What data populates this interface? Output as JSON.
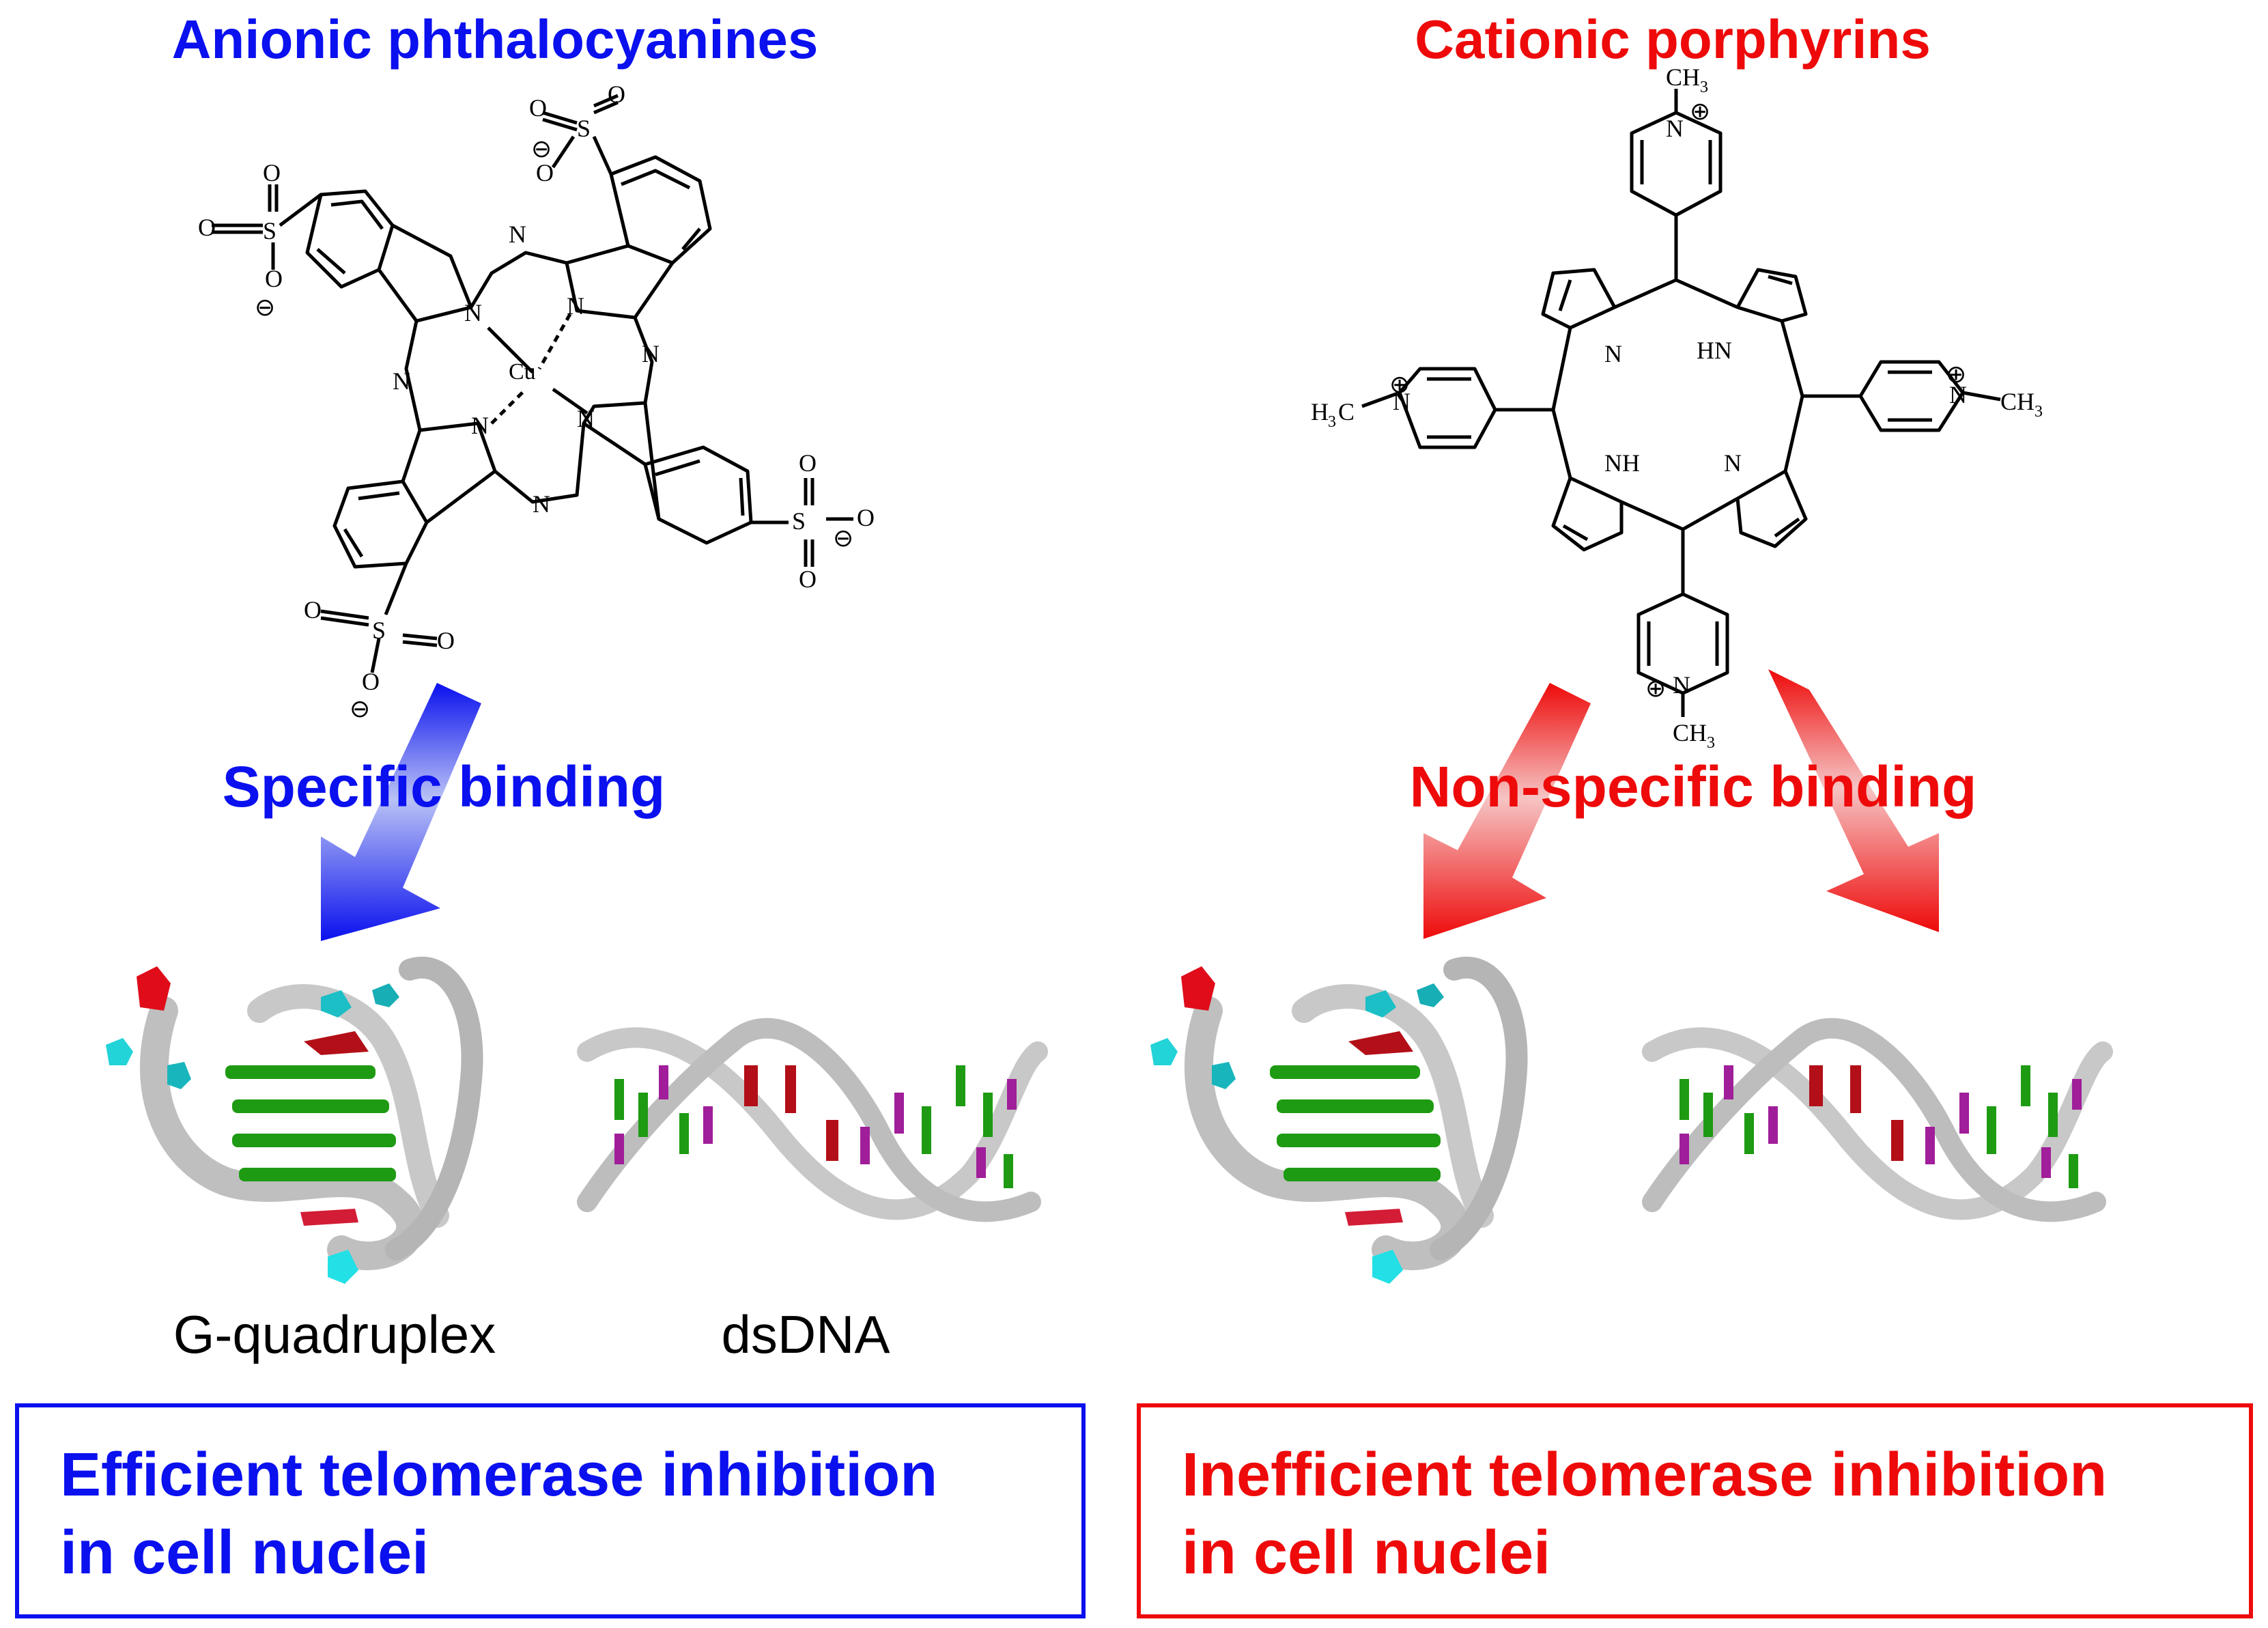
{
  "colors": {
    "blue": "#0A10EE",
    "red": "#EE0A0A",
    "cyan": "#22D3D8",
    "green": "#1E9B12",
    "purple": "#A01E9A",
    "darkred": "#B30F18"
  },
  "left": {
    "title": "Anionic phthalocyanines",
    "binding": "Specific binding",
    "labels": {
      "quadruplex": "G-quadruplex",
      "dsdna": "dsDNA"
    },
    "result_line1": "Efficient telomerase inhibition",
    "result_line2": "in cell nuclei"
  },
  "right": {
    "title": "Cationic porphyrins",
    "binding": "Non-specific binding",
    "result_line1": "Inefficient telomerase inhibition",
    "result_line2": "in cell nuclei"
  },
  "chem": {
    "N": "N",
    "Cu": "Cu",
    "S": "S",
    "O": "O",
    "NH": "NH",
    "HN": "HN",
    "CH3": "CH",
    "H3C": "H",
    "sub3": "3",
    "minus": "⊖",
    "plus": "⊕",
    "dash": "–",
    "C": "C"
  }
}
